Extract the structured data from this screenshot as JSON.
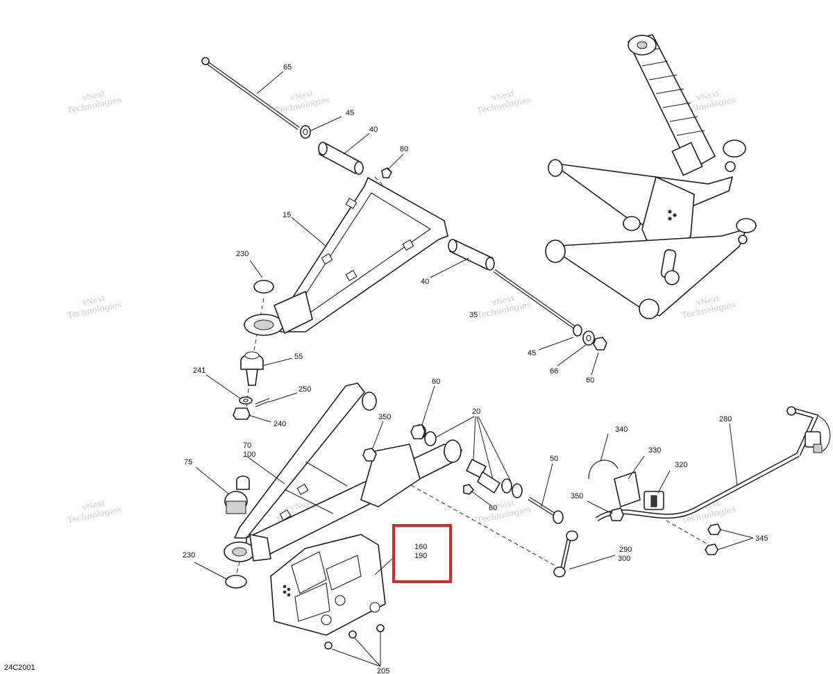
{
  "diagram_code": "24C2001",
  "watermark": {
    "line1": "vNext",
    "line2": "Technologies"
  },
  "highlight_color": "#d9262b",
  "callouts": {
    "c65": "65",
    "c45a": "45",
    "c40a": "40",
    "c80a": "80",
    "c15": "15",
    "c230a": "230",
    "c40b": "40",
    "c35": "35",
    "c55": "55",
    "c45b": "45",
    "c66": "66",
    "c60a": "60",
    "c241": "241",
    "c250": "250",
    "c240": "240",
    "c60b": "60",
    "c20": "20",
    "c350a": "350",
    "c50": "50",
    "c70": "70",
    "c100": "100",
    "c75": "75",
    "c80b": "80",
    "c340": "340",
    "c330": "330",
    "c320": "320",
    "c280": "280",
    "c350b": "350",
    "c345": "345",
    "c290": "290",
    "c300": "300",
    "c160": "160",
    "c190": "190",
    "c230b": "230",
    "c205": "205"
  }
}
